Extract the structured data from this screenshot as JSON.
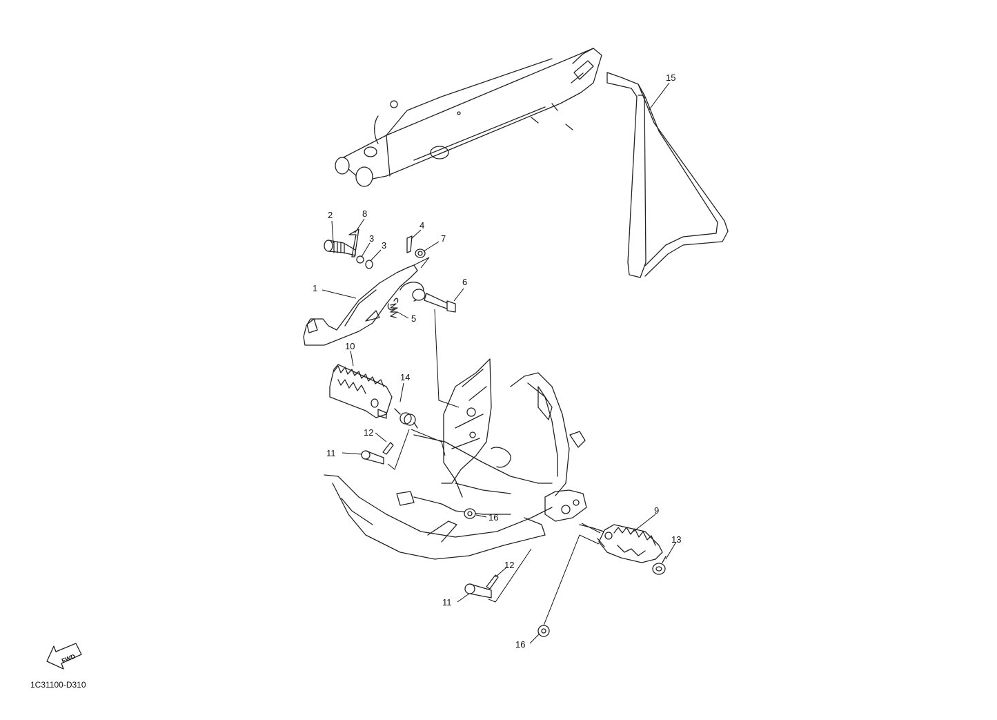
{
  "diagram": {
    "code": "1C31100-D310",
    "fwd_label": "FWD",
    "callouts": [
      {
        "id": "c1",
        "label": "1"
      },
      {
        "id": "c2",
        "label": "2"
      },
      {
        "id": "c3a",
        "label": "3"
      },
      {
        "id": "c3b",
        "label": "3"
      },
      {
        "id": "c4",
        "label": "4"
      },
      {
        "id": "c5",
        "label": "5"
      },
      {
        "id": "c6",
        "label": "6"
      },
      {
        "id": "c7",
        "label": "7"
      },
      {
        "id": "c8",
        "label": "8"
      },
      {
        "id": "c9",
        "label": "9"
      },
      {
        "id": "c10",
        "label": "10"
      },
      {
        "id": "c11a",
        "label": "11"
      },
      {
        "id": "c11b",
        "label": "11"
      },
      {
        "id": "c12a",
        "label": "12"
      },
      {
        "id": "c12b",
        "label": "12"
      },
      {
        "id": "c13",
        "label": "13"
      },
      {
        "id": "c14",
        "label": "14"
      },
      {
        "id": "c15",
        "label": "15"
      },
      {
        "id": "c16a",
        "label": "16"
      },
      {
        "id": "c16b",
        "label": "16"
      }
    ]
  }
}
